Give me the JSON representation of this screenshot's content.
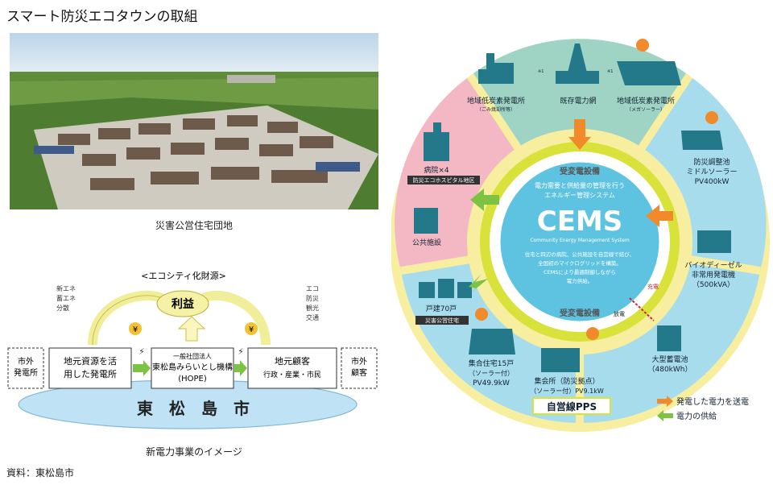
{
  "title": "スマート防災エコタウンの取組",
  "photo_caption": "災害公営住宅団地",
  "flow": {
    "source_label": "<エコシティ化財源>",
    "profit": "利益",
    "left_note": [
      "新エネ",
      "蓄エネ",
      "分散"
    ],
    "right_note": [
      "エコ",
      "防災",
      "観光",
      "交通"
    ],
    "yen": "¥",
    "outside_left": [
      "市外",
      "発電所"
    ],
    "outside_right": [
      "市外",
      "顧客"
    ],
    "local_plant": [
      "地元資源を活",
      "用した発電所"
    ],
    "corp_small": "一般社団法人",
    "corp_name": "東松島みらいとし機構",
    "corp_abbr": "(HOPE)",
    "local_customers": "地元顧客",
    "local_customers_sub": "行政・産業・市民",
    "city": "東　松　島　市",
    "arrow_small": "電気"
  },
  "flow_caption": "新電力事業のイメージ",
  "source": "資料：東松島市",
  "cems": {
    "center_line1": "電力需要と供給量の管理を行う",
    "center_line2": "エネルギー管理システム",
    "center_big": "CEMS",
    "center_sub": "Community Energy Management System",
    "center_desc": [
      "住宅と四辺の病院、公共施設を自営線で結び、",
      "全国初のマイクログリッドを構築。",
      "CEMSにより最適制御しながら",
      "電力供給。"
    ],
    "ring_top": "受変電設備",
    "ring_bottom": "受変電設備",
    "pps": "自営線PPS",
    "note_mark": "※1",
    "nodes": {
      "plant_waste": [
        "地域低炭素発電所",
        "（ごみ焼却所等）"
      ],
      "grid": "既存電力網",
      "plant_mega": [
        "地域低炭素発電所",
        "（メガソーラー）"
      ],
      "solar_battery": [
        "防災調整池",
        "ミドルソーラー",
        "PV400kW"
      ],
      "bio": [
        "バイオディーゼル",
        "非常用発電機",
        "（500kVA）"
      ],
      "battery": [
        "大型蓄電池",
        "（480kWh）"
      ],
      "meeting": [
        "集会所（防災拠点）",
        "（ソーラー付）PV9.1kW"
      ],
      "apartment": [
        "集合住宅15戸",
        "（ソーラー付）",
        "PV49.9kW"
      ],
      "houses": "戸建70戸",
      "houses_tag": "災害公営住宅",
      "hospital": "病院×4",
      "hospital_tag": "防災エコホスピタル地区",
      "public": "公共施設",
      "charge": "充電",
      "discharge": "放電"
    },
    "legend": [
      "発電した電力を送電",
      "電力の供給"
    ],
    "colors": {
      "teal": "#9fd3c4",
      "ring": "#f7eea0",
      "yellow_ring": "#d8e23a",
      "center": "#5ec3e0",
      "pink": "#f4b8c4",
      "blue": "#a7dcec",
      "orange": "#f08a2a",
      "green": "#7dc242"
    }
  }
}
